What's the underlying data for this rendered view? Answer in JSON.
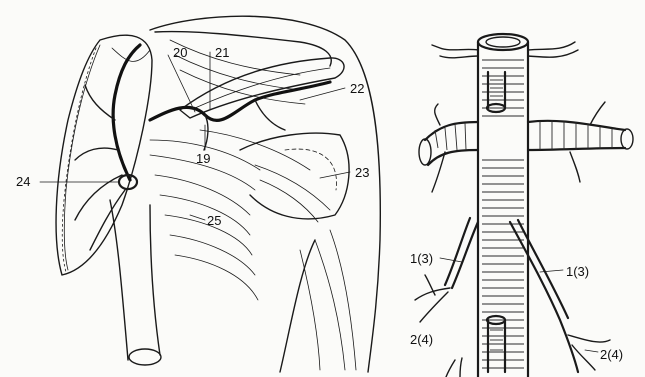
{
  "left_panel": {
    "labels": {
      "l19": "19",
      "l20": "20",
      "l21": "21",
      "l22": "22",
      "l23": "23",
      "l24": "24",
      "l25": "25"
    }
  },
  "right_panel": {
    "labels": {
      "l1_3_left": "1(3)",
      "l1_3_right": "1(3)",
      "l2_4_left": "2(4)",
      "l2_4_right": "2(4)"
    }
  }
}
